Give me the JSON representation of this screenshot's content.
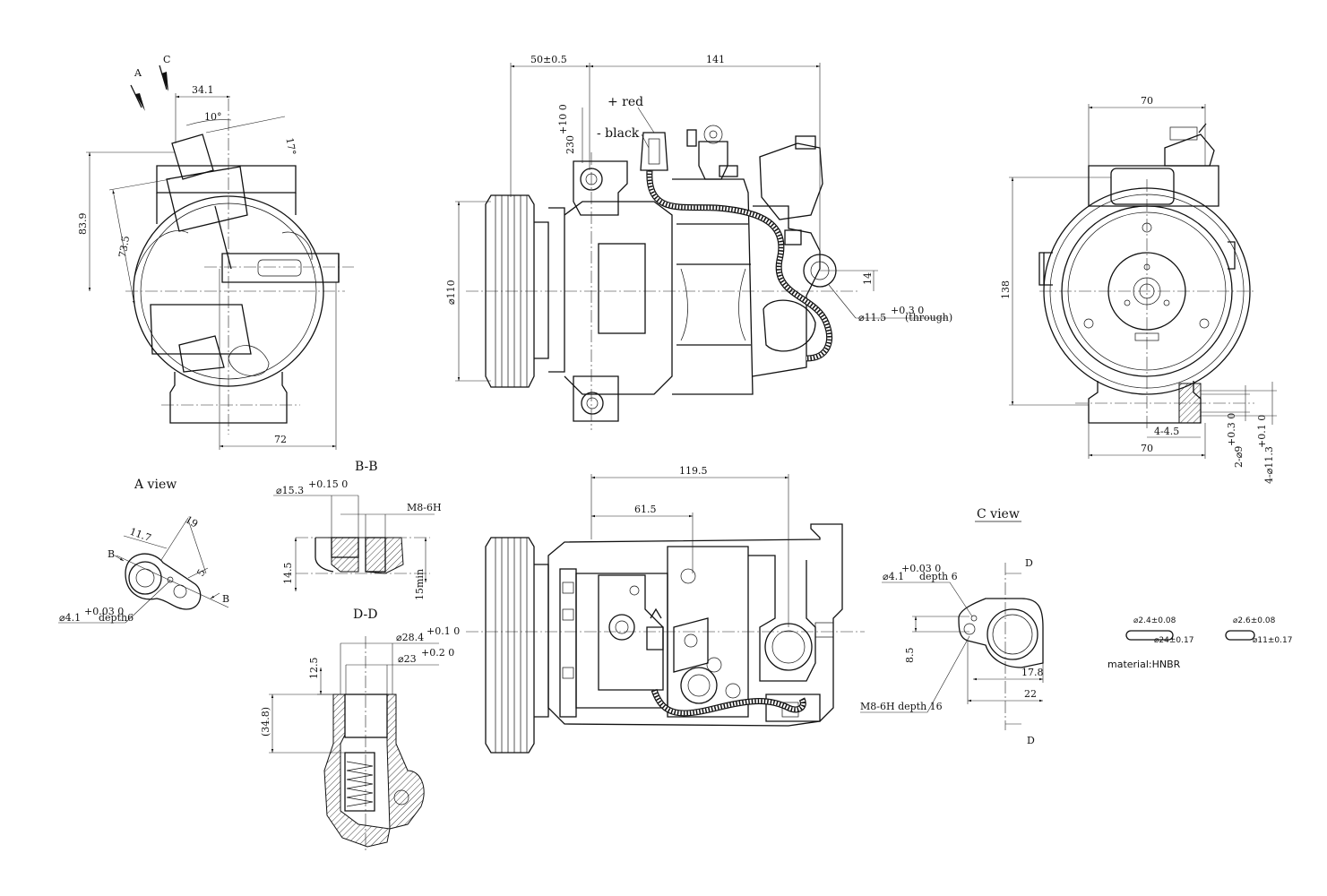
{
  "views": {
    "a_view": "A view",
    "c_view": "C view",
    "section_bb": "B-B",
    "section_dd": "D-D",
    "arrow_a": "A",
    "arrow_c": "C",
    "mark_b1": "B",
    "mark_b2": "B",
    "mark_d1": "D",
    "mark_d2": "D"
  },
  "wires": {
    "red": "+ red",
    "black": "- black"
  },
  "side_view": {
    "d_34_1": "34.1",
    "d_10deg": "10°",
    "d_17deg": "17°",
    "d_83_9": "83.9",
    "d_73_5": "73.5",
    "d_72": "72"
  },
  "front_view": {
    "d_50": "50±0.5",
    "d_141": "141",
    "d_230": "230",
    "d_230_tol": "+10 0",
    "d_110": "⌀110",
    "d_14": "14",
    "d_11_5": "⌀11.5",
    "d_11_5_tol": "+0.3 0",
    "d_11_5_note": "(through)"
  },
  "end_view": {
    "d_70_top": "70",
    "d_138": "138",
    "d_4_4_5": "4-4.5",
    "d_70_bot": "70",
    "d_2_9": "2-⌀9",
    "d_2_9_tol": "+0.3 0",
    "d_4_11_3": "4-⌀11.3",
    "d_4_11_3_tol": "+0.1 0"
  },
  "a_detail": {
    "d_11_7": "11.7",
    "d_19": "19",
    "d_5": "5",
    "d_4_1": "⌀4.1",
    "d_4_1_tol": "+0.03 0",
    "d_4_1_note": "depth6"
  },
  "bb_section": {
    "d_15_3": "⌀15.3",
    "d_15_3_tol": "+0.15 0",
    "thread": "M8-6H",
    "d_14_5": "14.5",
    "d_15min": "15min"
  },
  "dd_section": {
    "d_28_4": "⌀28.4",
    "d_28_4_tol": "+0.1 0",
    "d_23": "⌀23",
    "d_23_tol": "+0.2 0",
    "d_12_5": "12.5",
    "d_34_8": "(34.8)"
  },
  "top_view": {
    "d_119_5": "119.5",
    "d_61_5": "61.5"
  },
  "c_detail": {
    "d_4_1": "⌀4.1",
    "d_4_1_tol": "+0.03 0",
    "d_4_1_note": "depth 6",
    "d_8_5": "8.5",
    "d_17_8": "17.8",
    "d_22": "22",
    "thread": "M8-6H depth 16"
  },
  "o_rings": {
    "ring1_inner": "⌀2.4±0.08",
    "ring1_outer": "⌀24±0.17",
    "ring2_inner": "⌀2.6±0.08",
    "ring2_outer": "⌀11±0.17",
    "material": "material:HNBR"
  }
}
